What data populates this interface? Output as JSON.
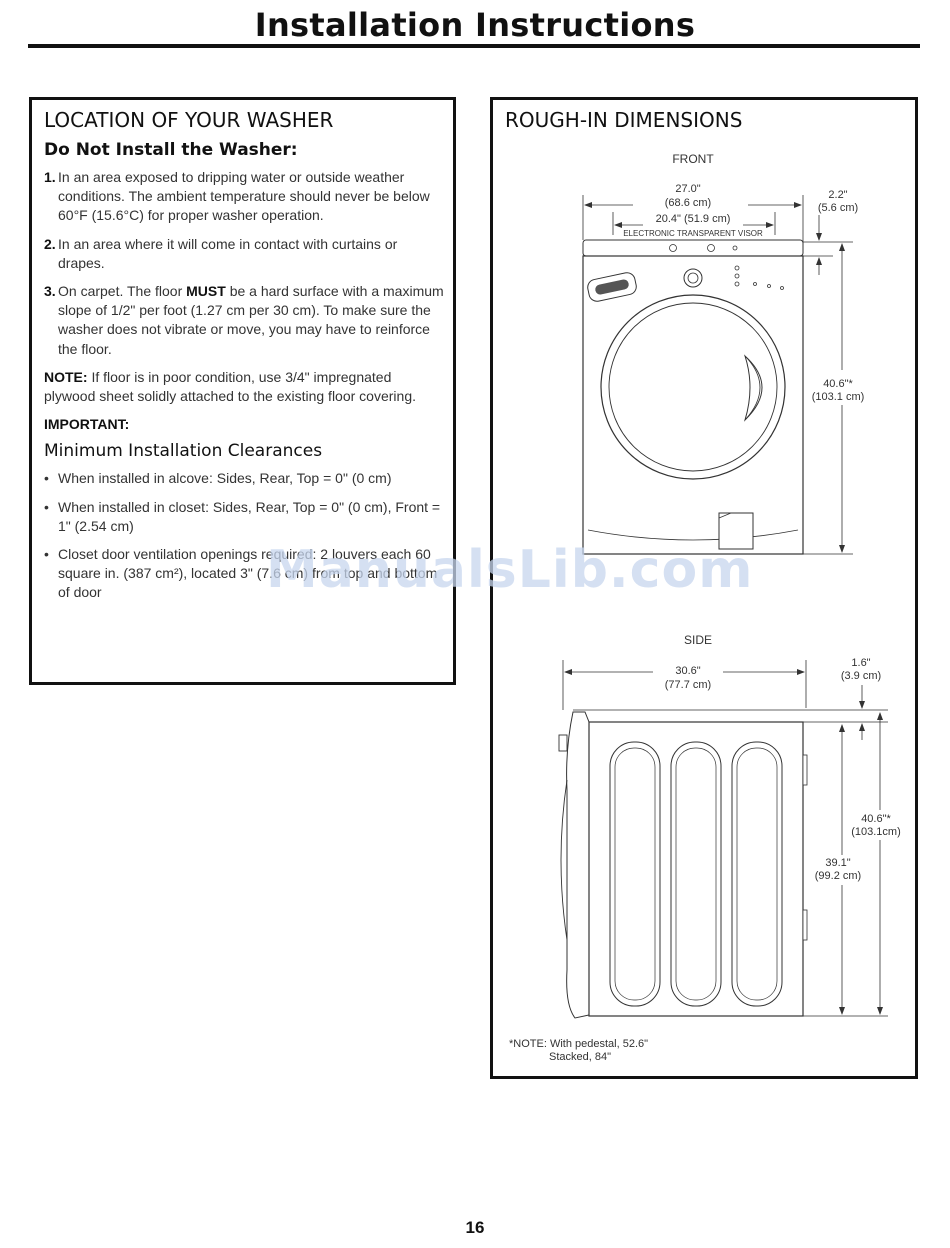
{
  "header": {
    "title": "Installation Instructions"
  },
  "location": {
    "title": "LOCATION OF YOUR WASHER",
    "do_not_title": "Do Not Install the Washer:",
    "items": [
      {
        "num": "1.",
        "text": "In an area exposed to dripping water or outside weather conditions. The ambient temperature should never be below 60°F (15.6°C) for proper washer operation."
      },
      {
        "num": "2.",
        "text": "In an area where it will come in contact with curtains or drapes."
      },
      {
        "num": "3.",
        "text_before": "On carpet. The floor ",
        "strong": "MUST",
        "text_after": " be a hard surface with a maximum slope of 1/2\" per foot (1.27 cm per 30 cm). To make sure the washer does not vibrate or move, you may have to reinforce the floor."
      }
    ],
    "note_label": "NOTE:",
    "note_text": " If floor is in poor condition, use 3/4\" impregnated plywood sheet solidly attached to the existing floor covering.",
    "important_label": "IMPORTANT:",
    "clearances_title": "Minimum Installation Clearances",
    "bullets": [
      "When installed in alcove: Sides, Rear, Top = 0\" (0 cm)",
      "When installed in closet: Sides, Rear, Top = 0\" (0 cm), Front = 1\" (2.54 cm)",
      "Closet door ventilation openings required: 2 louvers each 60 square in. (387 cm²), located 3\" (7.6 cm) from top and bottom of door"
    ]
  },
  "rough_in": {
    "title": "ROUGH-IN DIMENSIONS",
    "front_label": "FRONT",
    "side_label": "SIDE",
    "front_dims": {
      "width_in": "27.0\"",
      "width_cm": "(68.6 cm)",
      "visor_width": "20.4\" (51.9 cm)",
      "visor_label": "ELECTRONIC TRANSPARENT VISOR",
      "top_in": "2.2\"",
      "top_cm": "(5.6 cm)",
      "height_in": "40.6\"*",
      "height_cm": "(103.1 cm)"
    },
    "side_dims": {
      "depth_in": "30.6\"",
      "depth_cm": "(77.7 cm)",
      "top_in": "1.6\"",
      "top_cm": "(3.9 cm)",
      "height_in": "40.6\"*",
      "height_cm": "(103.1cm)",
      "body_in": "39.1\"",
      "body_cm": "(99.2 cm)"
    },
    "footnote_line1": "*NOTE: With pedestal, 52.6\"",
    "footnote_line2": "Stacked, 84\""
  },
  "watermark": "ManualsLib.com",
  "footer": {
    "page_number": "16"
  }
}
